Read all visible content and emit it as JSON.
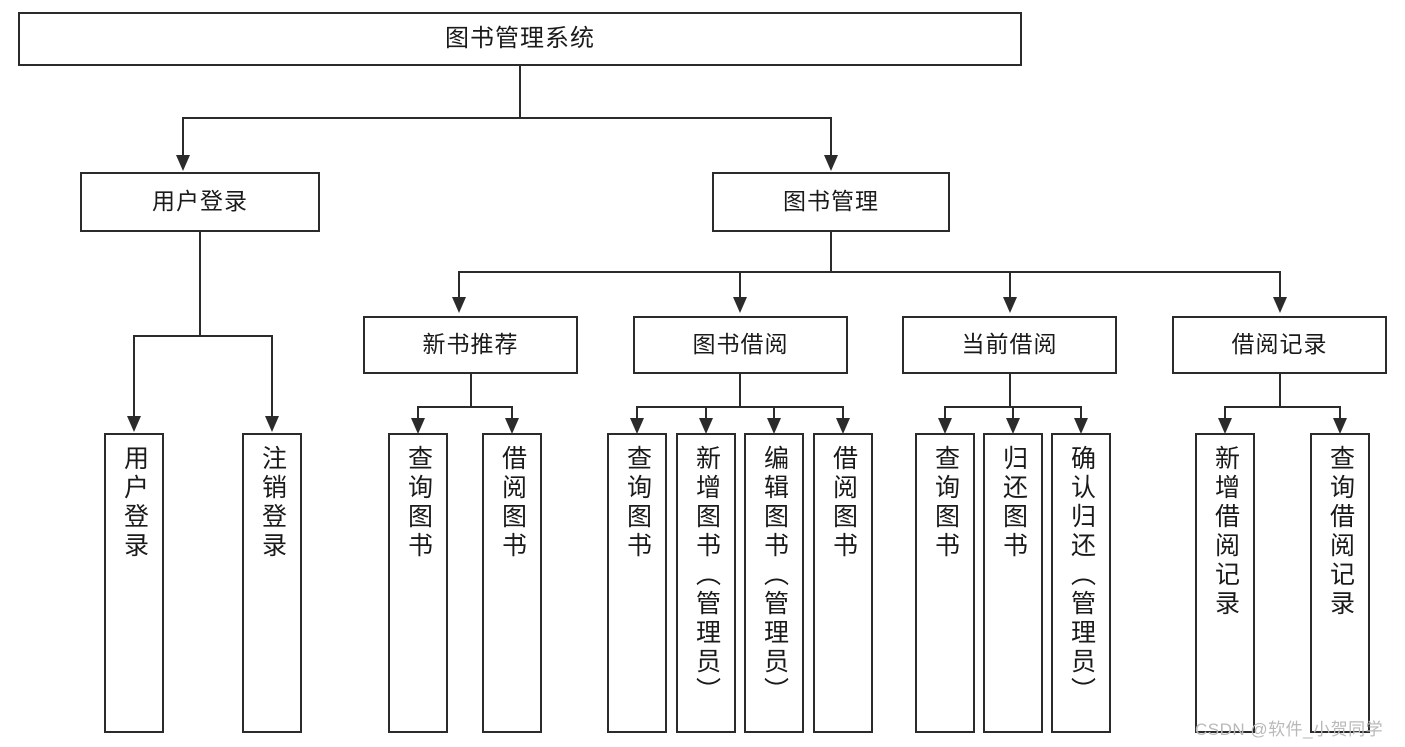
{
  "diagram": {
    "type": "tree-hierarchy-chart",
    "title": "图书管理系统",
    "watermark": "CSDN @软件_小贺同学",
    "colors": {
      "stroke": "#2b2b2b",
      "fill": "#ffffff",
      "text": "#1a1a1a",
      "watermark": "#b9b9b9"
    },
    "nodes": {
      "root": {
        "label": "图书管理系统"
      },
      "level1": [
        {
          "label": "用户登录"
        },
        {
          "label": "图书管理"
        }
      ],
      "level2": [
        {
          "label": "新书推荐"
        },
        {
          "label": "图书借阅"
        },
        {
          "label": "当前借阅"
        },
        {
          "label": "借阅记录"
        }
      ],
      "leaves": {
        "user_login": [
          {
            "label": "用户登录"
          },
          {
            "label": "注销登录"
          }
        ],
        "new_book_recommend": [
          {
            "label": "查询图书"
          },
          {
            "label": "借阅图书"
          }
        ],
        "book_borrow": [
          {
            "label": "查询图书"
          },
          {
            "label": "新增图书（管理员）"
          },
          {
            "label": "编辑图书（管理员）"
          },
          {
            "label": "借阅图书"
          }
        ],
        "current_borrow": [
          {
            "label": "查询图书"
          },
          {
            "label": "归还图书"
          },
          {
            "label": "确认归还（管理员）"
          }
        ],
        "borrow_record": [
          {
            "label": "新增借阅记录"
          },
          {
            "label": "查询借阅记录"
          }
        ]
      }
    }
  }
}
